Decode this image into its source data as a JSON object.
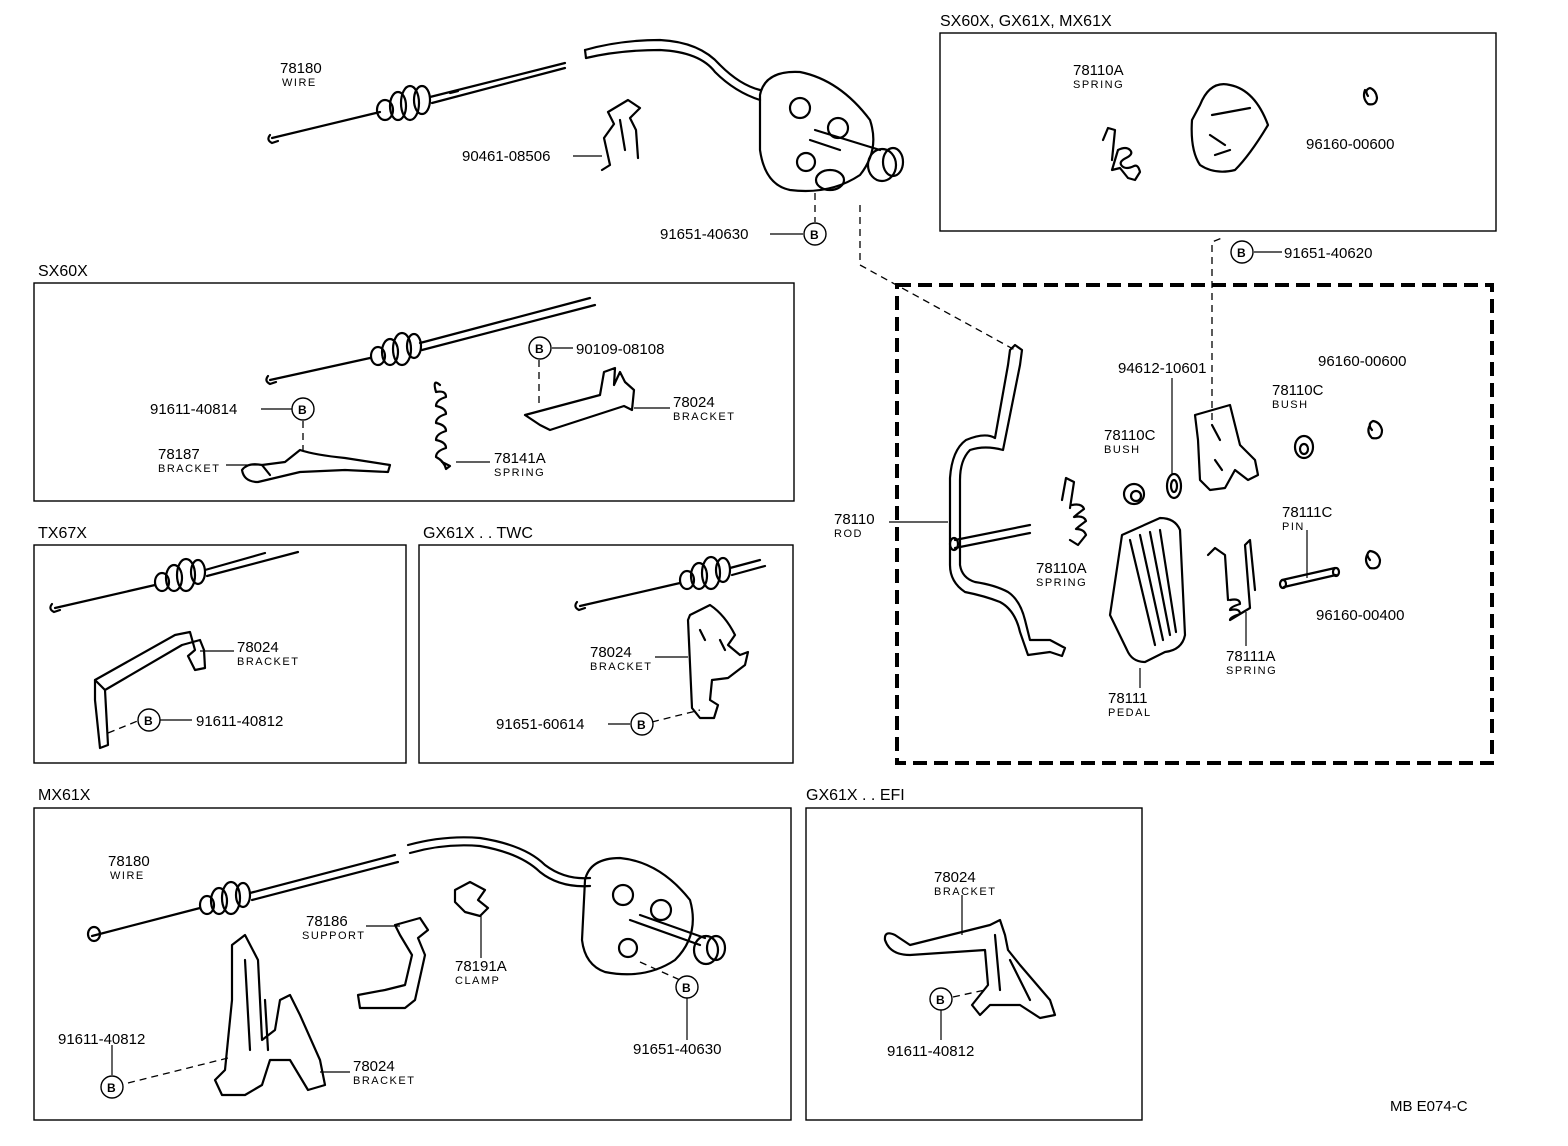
{
  "sections": {
    "sx60x_gx61x_mx61x": "SX60X, GX61X, MX61X",
    "sx60x": "SX60X",
    "tx67x": "TX67X",
    "gx61x_twc": "GX61X . . TWC",
    "mx61x": "MX61X",
    "gx61x_efi": "GX61X . . EFI"
  },
  "bolt_symbol": "B",
  "diagram_code": "MB E074-C",
  "labels": {
    "top": {
      "wire_num": "78180",
      "wire_name": "WIRE",
      "clip": "90461-08506",
      "bolt": "91651-40630"
    },
    "topbox": {
      "spring_num": "78110A",
      "spring_name": "SPRING",
      "clip": "96160-00600",
      "bolt": "91651-40620"
    },
    "sx60x": {
      "bolt_a": "90109-08108",
      "bracket_num": "78024",
      "bracket_name": "BRACKET",
      "bolt_b": "91611-40814",
      "bracket2_num": "78187",
      "bracket2_name": "BRACKET",
      "spring_num": "78141A",
      "spring_name": "SPRING"
    },
    "tx67x": {
      "bracket_num": "78024",
      "bracket_name": "BRACKET",
      "bolt": "91611-40812"
    },
    "twc": {
      "bracket_num": "78024",
      "bracket_name": "BRACKET",
      "bolt": "91651-60614"
    },
    "pedal": {
      "rod_num": "78110",
      "rod_name": "ROD",
      "washer": "94612-10601",
      "bush1_num": "78110C",
      "bush1_name": "BUSH",
      "bush2_num": "78110C",
      "bush2_name": "BUSH",
      "clip1": "96160-00600",
      "spring1_num": "78110A",
      "spring1_name": "SPRING",
      "pin_num": "78111C",
      "pin_name": "PIN",
      "clip2": "96160-00400",
      "spring2_num": "78111A",
      "spring2_name": "SPRING",
      "pedal_num": "78111",
      "pedal_name": "PEDAL"
    },
    "mx61x": {
      "wire_num": "78180",
      "wire_name": "WIRE",
      "support_num": "78186",
      "support_name": "SUPPORT",
      "clamp_num": "78191A",
      "clamp_name": "CLAMP",
      "bolt_a": "91611-40812",
      "bracket_num": "78024",
      "bracket_name": "BRACKET",
      "bolt_b": "91651-40630"
    },
    "efi": {
      "bracket_num": "78024",
      "bracket_name": "BRACKET",
      "bolt": "91611-40812"
    }
  }
}
